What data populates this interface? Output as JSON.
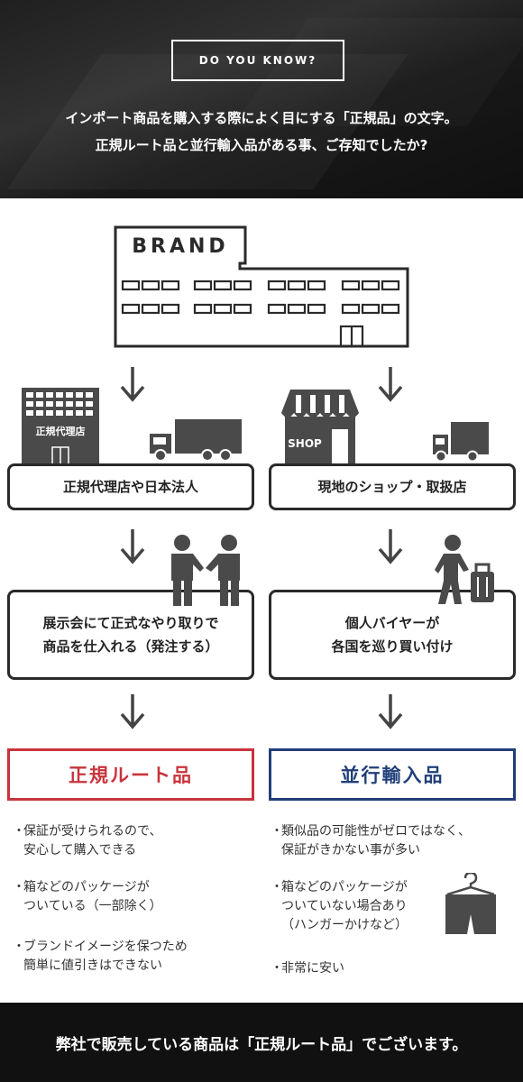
{
  "hero": {
    "badge": "DO YOU KNOW?",
    "line1": "インポート商品を購入する際によく目にする「正規品」の文字。",
    "line2": "正規ルート品と並行輸入品がある事、ご存知でしたか?"
  },
  "brand": {
    "label": "BRAND"
  },
  "left": {
    "agency_sign": "正規代理店",
    "box1": "正規代理店や日本法人",
    "box2_line1": "展示会にて正式なやり取りで",
    "box2_line2": "商品を仕入れる（発注する）",
    "route": "正規ルート品",
    "bullets": [
      "保証が受けられるので、\n安心して購入できる",
      "箱などのパッケージが\nついている（一部除く）",
      "ブランドイメージを保つため\n簡単に値引きはできない"
    ]
  },
  "right": {
    "shop_sign": "SHOP",
    "box1": "現地のショップ・取扱店",
    "box2_line1": "個人バイヤーが",
    "box2_line2": "各国を巡り買い付け",
    "route": "並行輸入品",
    "bullets": [
      "類似品の可能性がゼロではなく、\n保証がきかない事が多い",
      "箱などのパッケージが\nついていない場合あり\n（ハンガーかけなど）",
      "非常に安い"
    ]
  },
  "bullet_mark": "・",
  "footer": "弊社で販売している商品は「正規ルート品」でございます。",
  "colors": {
    "red": "#c8343d",
    "blue": "#203f7a",
    "gray_icon": "#4a4a4a"
  }
}
